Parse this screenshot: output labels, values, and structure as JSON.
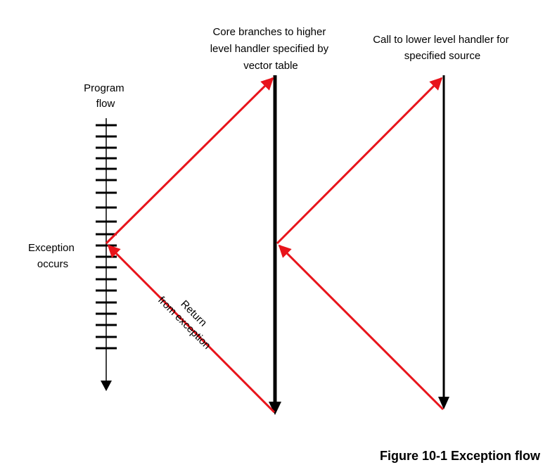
{
  "diagram": {
    "labels": {
      "core_branches": [
        "Core branches to higher",
        "level handler specified by",
        "vector table"
      ],
      "call_lower": [
        "Call to lower level handler for",
        "specified source"
      ],
      "program_flow": [
        "Program",
        "flow"
      ],
      "exception_occurs": [
        "Exception",
        "occurs"
      ],
      "return_from_exception": [
        "Return",
        "from exception"
      ]
    },
    "caption": "Figure 10-1 Exception flow",
    "colors": {
      "flow_arrow": "#e8141b",
      "timeline": "#000000"
    }
  }
}
